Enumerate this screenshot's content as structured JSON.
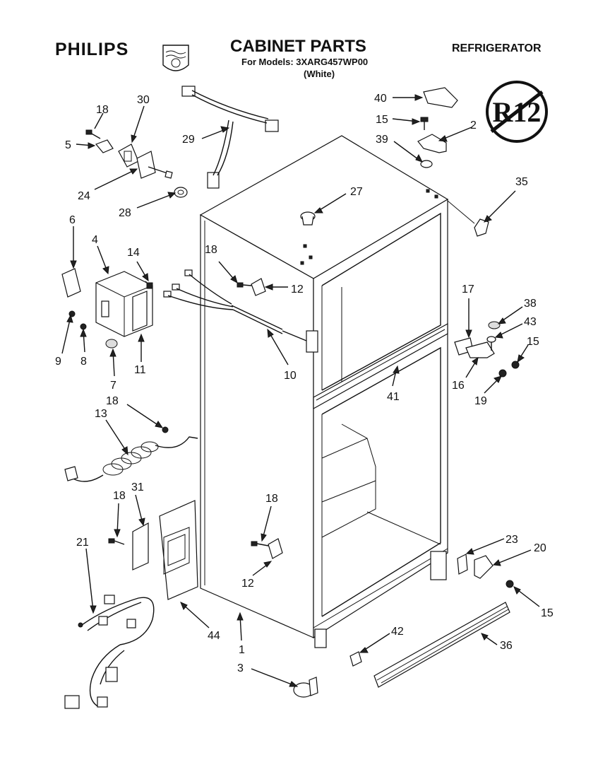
{
  "header": {
    "brand": "PHILIPS",
    "title": "CABINET PARTS",
    "models_line": "For Models: 3XARG457WP00",
    "color_line": "(White)",
    "product": "REFRIGERATOR",
    "badge_text": "R12"
  },
  "callouts": {
    "c1": "1",
    "c2": "2",
    "c3": "3",
    "c4": "4",
    "c5": "5",
    "c6": "6",
    "c7": "7",
    "c8": "8",
    "c9": "9",
    "c10": "10",
    "c11": "11",
    "c12a": "12",
    "c12b": "12",
    "c13": "13",
    "c14": "14",
    "c15a": "15",
    "c15b": "15",
    "c15c": "15",
    "c16": "16",
    "c17": "17",
    "c18a": "18",
    "c18b": "18",
    "c18c": "18",
    "c18d": "18",
    "c18e": "18",
    "c19": "19",
    "c20": "20",
    "c21": "21",
    "c23": "23",
    "c24": "24",
    "c27": "27",
    "c28": "28",
    "c29": "29",
    "c30": "30",
    "c31": "31",
    "c35": "35",
    "c36": "36",
    "c38": "38",
    "c39": "39",
    "c40": "40",
    "c41": "41",
    "c42": "42",
    "c43": "43",
    "c44": "44"
  }
}
